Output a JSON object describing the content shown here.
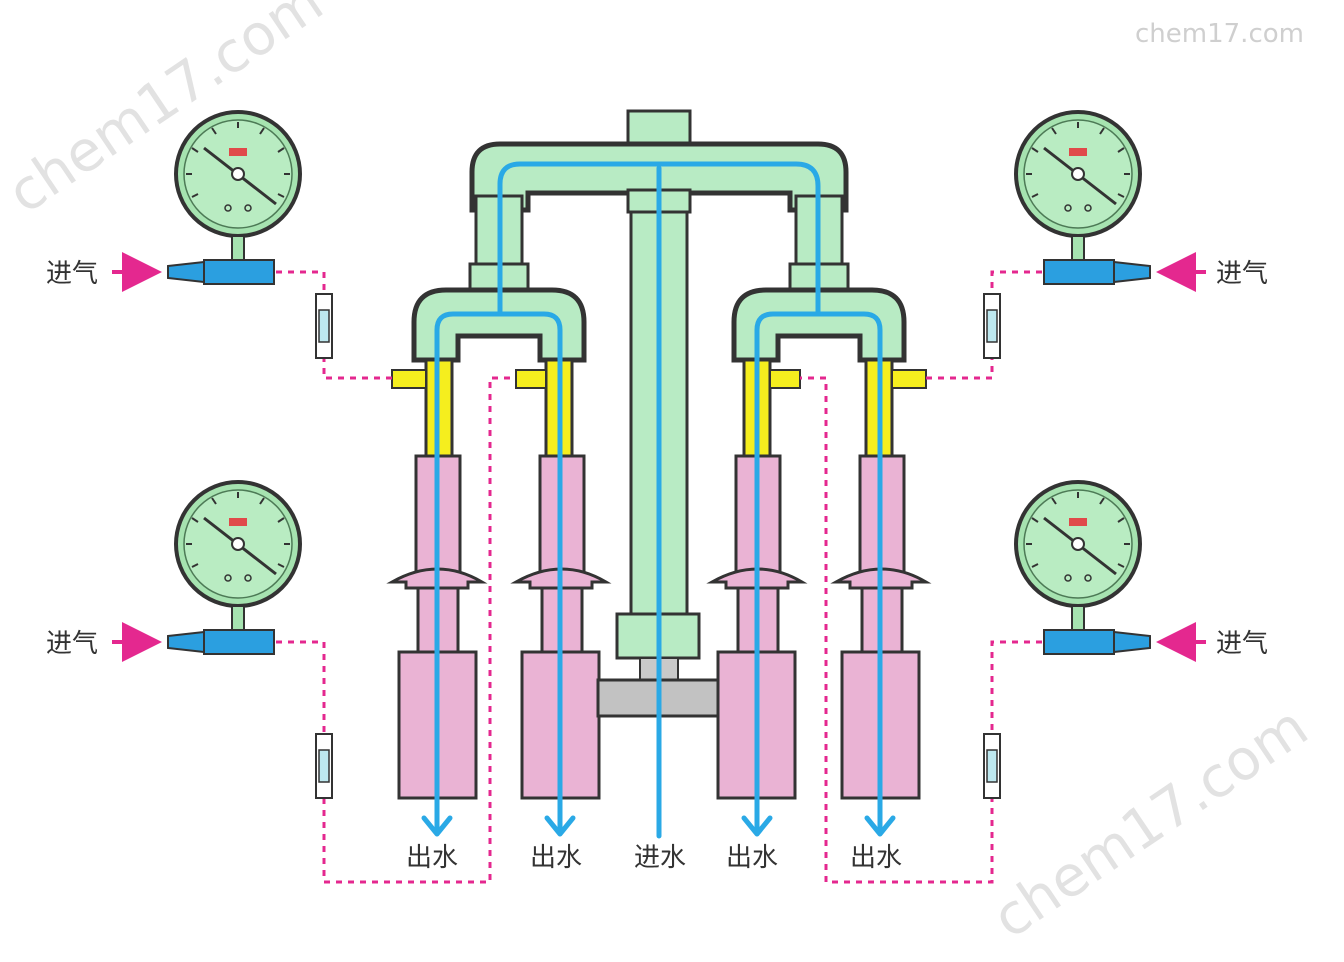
{
  "watermark": {
    "corner_text": "chem17.com",
    "diagonal_text": "chem17.com"
  },
  "labels": {
    "air_in": "进气",
    "water_in": "进水",
    "water_out": "出水"
  },
  "gauges": {
    "dial_marks": "[gauge dial]"
  },
  "colors": {
    "manifold": "#b8ebc4",
    "gauge_face": "#a6e3b0",
    "pipe_stroke": "#333333",
    "water_line": "#2aa9e6",
    "air_line": "#e4288f",
    "yellow_fitting": "#f5ee1e",
    "column": "#eab3d4",
    "valve": "#2b9fe0",
    "base_bar": "#c2c2c2"
  }
}
